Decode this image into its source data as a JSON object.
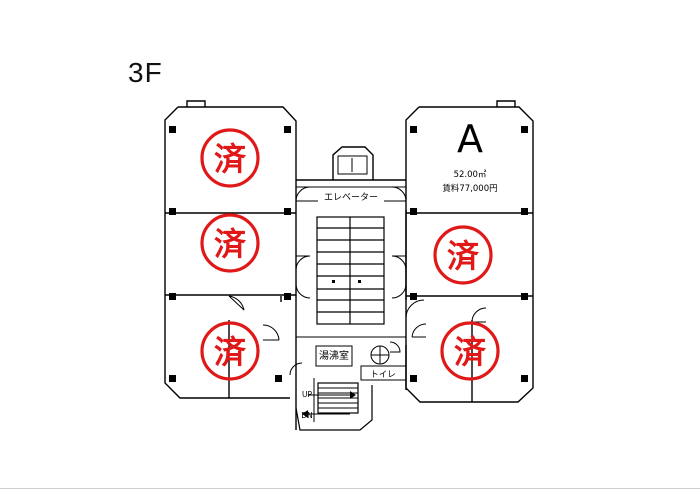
{
  "floor": "3F",
  "unit_a": {
    "letter": "A",
    "area": "52.00㎡",
    "rent": "賃料77,000円"
  },
  "stamp_char": "済",
  "labels": {
    "elevator": "エレベーター",
    "kitchen": "湯沸室",
    "toilet": "トイレ",
    "up": "UP",
    "dn": "DN"
  },
  "colors": {
    "stamp": "#e01818",
    "line": "#000000"
  }
}
